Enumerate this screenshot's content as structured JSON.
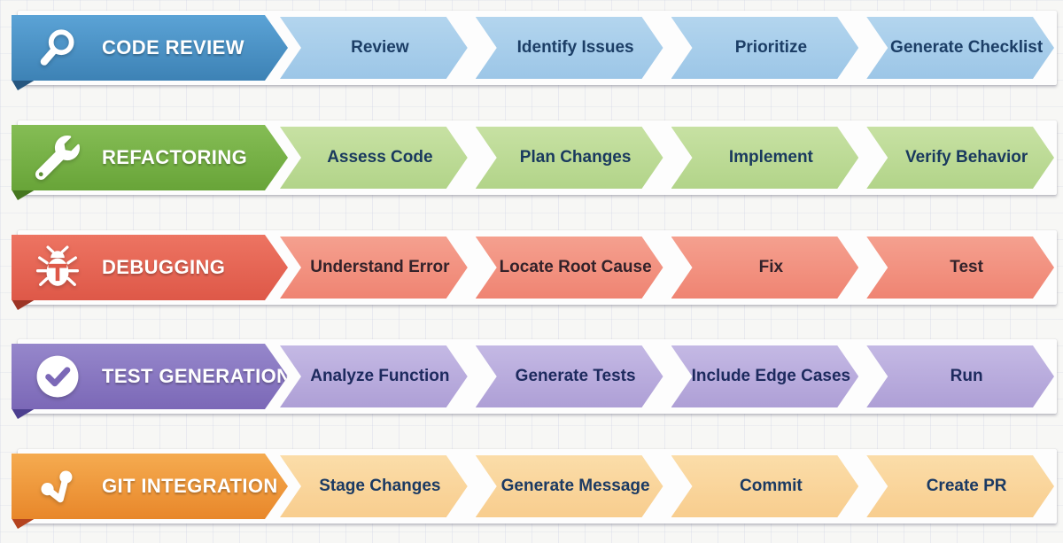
{
  "canvas": {
    "background": "#f7f7f5",
    "grid_line_color": "#dcdeea"
  },
  "rows": [
    {
      "title": "CODE REVIEW",
      "icon": "magnifier-icon",
      "steps": [
        "Review",
        "Identify Issues",
        "Prioritize",
        "Generate Checklist"
      ],
      "colors": {
        "header_top": "#5ba3d6",
        "header_bottom": "#3d82b5",
        "fold": "#26567f",
        "step_top": "#b3d5ee",
        "step_bottom": "#9cc6e7",
        "step_text": "#1c3e66"
      }
    },
    {
      "title": "REFACTORING",
      "icon": "wrench-icon",
      "steps": [
        "Assess Code",
        "Plan Changes",
        "Implement",
        "Verify Behavior"
      ],
      "colors": {
        "header_top": "#85bd55",
        "header_bottom": "#68a438",
        "fold": "#45761f",
        "step_top": "#c7e1a3",
        "step_bottom": "#b2d489",
        "step_text": "#19395e"
      }
    },
    {
      "title": "DEBUGGING",
      "icon": "bug-icon",
      "steps": [
        "Understand Error",
        "Locate Root Cause",
        "Fix",
        "Test"
      ],
      "colors": {
        "header_top": "#ed7462",
        "header_bottom": "#de5848",
        "fold": "#9c3425",
        "step_top": "#f5a violet",
        "step_bottom": "#ef8472",
        "step_text": "#33222a"
      }
    },
    {
      "title": "TEST GENERATION",
      "icon": "check-circle-icon",
      "steps": [
        "Analyze Function",
        "Generate Tests",
        "Include Edge Cases",
        "Run"
      ],
      "colors": {
        "header_top": "#9687cb",
        "header_bottom": "#7b68b7",
        "fold": "#4c3f8f",
        "step_top": "#c4b9e4",
        "step_bottom": "#ae9fd6",
        "step_text": "#1d2a5e"
      }
    },
    {
      "title": "GIT INTEGRATION",
      "icon": "git-branch-icon",
      "steps": [
        "Stage Changes",
        "Generate Message",
        "Commit",
        "Create PR"
      ],
      "colors": {
        "header_top": "#f5ab50",
        "header_bottom": "#e8872a",
        "fold": "#b4431f",
        "step_top": "#fbdda9",
        "step_bottom": "#f8cd8e",
        "step_text": "#1b3a63"
      }
    }
  ]
}
